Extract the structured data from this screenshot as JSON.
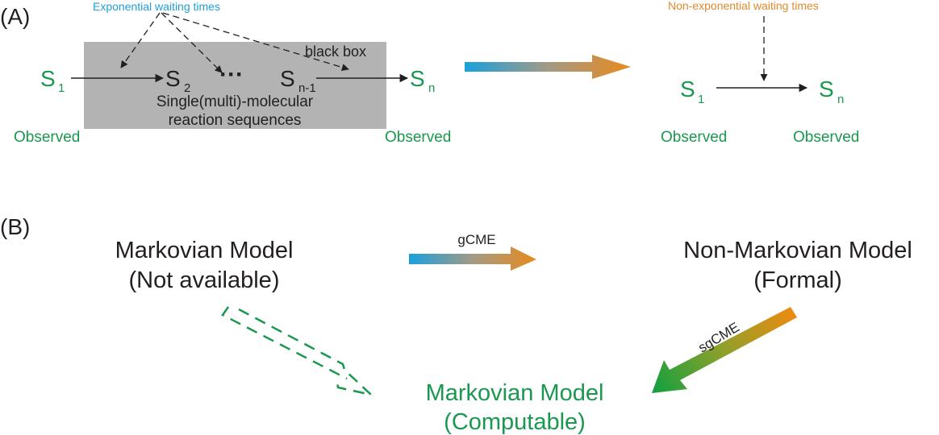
{
  "panel_a": {
    "label": "(A)",
    "exp_label": "Exponential waiting times",
    "nonexp_label": "Non-exponential waiting times",
    "black_box_label": "black box",
    "box_caption_line1": "Single(multi)-molecular",
    "box_caption_line2": "reaction sequences",
    "left_chain": {
      "s1": {
        "base": "S",
        "sub": "1"
      },
      "s2": {
        "base": "S",
        "sub": "2"
      },
      "dots": "···",
      "sn1": {
        "base": "S",
        "sub": "n-1"
      },
      "sn": {
        "base": "S",
        "sub": "n"
      },
      "observed_left": "Observed",
      "observed_right": "Observed"
    },
    "right_chain": {
      "s1": {
        "base": "S",
        "sub": "1"
      },
      "sn": {
        "base": "S",
        "sub": "n"
      },
      "observed_left": "Observed",
      "observed_right": "Observed"
    }
  },
  "panel_b": {
    "label": "(B)",
    "markov_na_line1": "Markovian Model",
    "markov_na_line2": "(Not available)",
    "nonmarkov_line1": "Non-Markovian Model",
    "nonmarkov_line2": "(Formal)",
    "markov_comp_line1": "Markovian Model",
    "markov_comp_line2": "(Computable)",
    "gcme_label": "gCME",
    "sgcme_label": "sgCME"
  },
  "colors": {
    "green": "#1a9850",
    "blue_text": "#1f9fd6",
    "orange_text": "#e08a2e",
    "box_gray": "#b3b3b3",
    "grad_blue": "#1aa0dc",
    "grad_orange": "#e88a1c",
    "grad_green": "#10a040"
  }
}
